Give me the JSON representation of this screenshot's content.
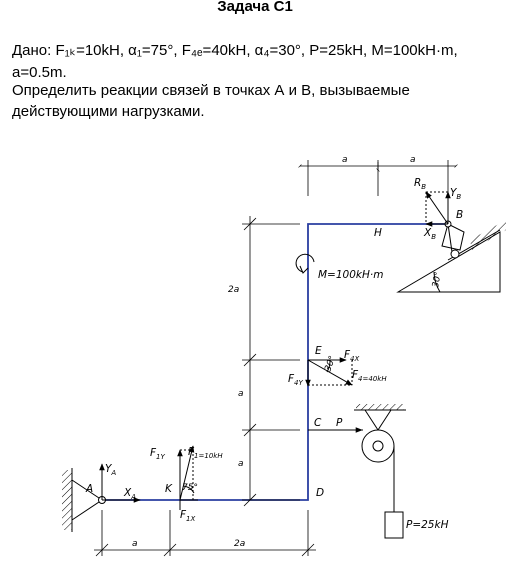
{
  "title": "Задача С1",
  "given_line1": "Дано: F₁ₖ=10kH, α₁=75°, F₄ₑ=40kH, α₄=30°, P=25kH, M=100kH·m,",
  "given_line2": "a=0.5m.",
  "task_line1": "Определить реакции связей в точках А и В, вызываемые",
  "task_line2": "действующими нагрузками.",
  "diagram": {
    "dim_a_top_1": "a",
    "dim_a_top_2": "a",
    "dim_2a_left": "2a",
    "dim_a_left_1": "a",
    "dim_a_left_2": "a",
    "dim_a_bottom": "a",
    "dim_2a_bottom": "2a",
    "label_RB": "R",
    "label_RB_sub": "B",
    "label_YB": "Y",
    "label_YB_sub": "B",
    "label_B": "B",
    "label_XB": "X",
    "label_XB_sub": "B",
    "label_H": "H",
    "label_M": "M=100kH·m",
    "label_angle30_B": "30°",
    "label_E": "E",
    "label_F4X": "F",
    "label_F4X_sub": "4X",
    "label_F4Y": "F",
    "label_F4Y_sub": "4Y",
    "label_F4": "F",
    "label_F4_rest": "4=40kH",
    "label_angle30_E": "30°",
    "label_C": "C",
    "label_P": "P",
    "label_F1Y": "F",
    "label_F1Y_sub": "1Y",
    "label_F1": "F",
    "label_F1_rest": "1=10kH",
    "label_K": "K",
    "label_angle75": "75°",
    "label_A": "A",
    "label_YA": "Y",
    "label_YA_sub": "A",
    "label_XA": "X",
    "label_XA_sub": "A",
    "label_F1X": "F",
    "label_F1X_sub": "1X",
    "label_D": "D",
    "label_Pload": "P=25kH"
  },
  "colors": {
    "frame": "#2a3ea0",
    "ink": "#000000"
  }
}
